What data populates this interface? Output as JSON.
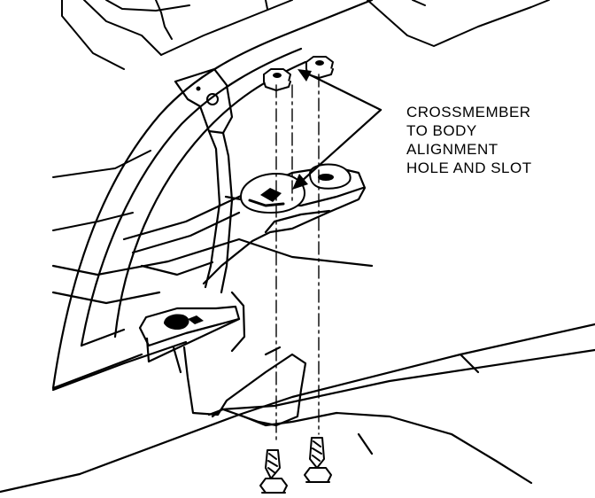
{
  "callout": {
    "lines": [
      "CROSSMEMBER",
      "TO BODY",
      "ALIGNMENT",
      "HOLE AND SLOT"
    ]
  },
  "colors": {
    "ink": "#000000",
    "paper": "#ffffff"
  }
}
